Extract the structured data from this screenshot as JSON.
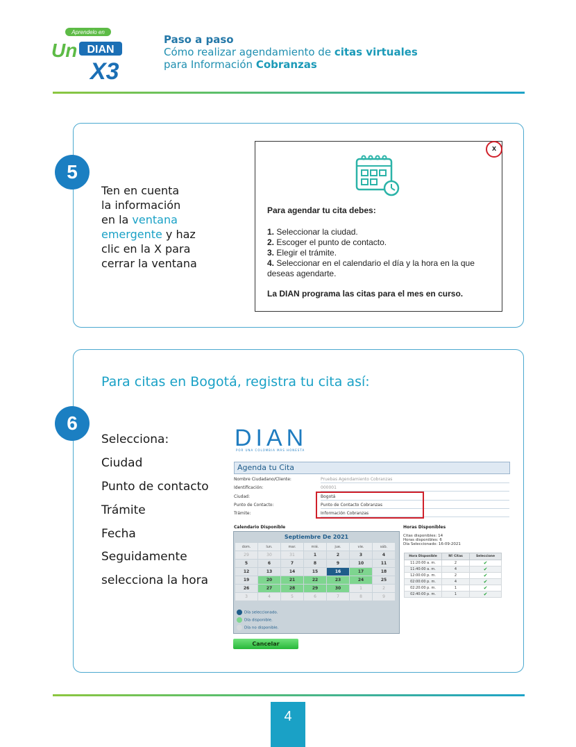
{
  "header": {
    "logo": {
      "line1": "Aprendelo en",
      "line2": "Un",
      "line3": "DIAN",
      "line4": "X3"
    },
    "title": "Paso a paso",
    "subtitle_line1_pre": "Cómo realizar agendamiento de ",
    "subtitle_line1_bold": "citas virtuales",
    "subtitle_line2_pre": "para Información ",
    "subtitle_line2_bold": "Cobranzas"
  },
  "step5": {
    "number": "5",
    "text_l1": "Ten en cuenta",
    "text_l2": "la información",
    "text_l3_pre": "en la ",
    "text_l3_hl": "ventana",
    "text_l4_hl": "emergente",
    "text_l4_post": " y haz",
    "text_l5": "clic en la X para",
    "text_l6": "cerrar la ventana",
    "popup": {
      "close": "x",
      "title": "Para agendar tu cita debes:",
      "items": [
        {
          "n": "1.",
          "t": " Seleccionar la ciudad."
        },
        {
          "n": "2.",
          "t": " Escoger el punto de contacto."
        },
        {
          "n": "3.",
          "t": " Elegir el trámite."
        },
        {
          "n": "4.",
          "t": " Seleccionar en el calendario el día y la hora en la que deseas agendarte."
        }
      ],
      "footer": "La DIAN programa las citas para el mes en curso."
    }
  },
  "step6": {
    "number": "6",
    "title": "Para citas en Bogotá, registra tu cita así:",
    "list": [
      "Selecciona:",
      "Ciudad",
      "Punto de contacto",
      "Trámite",
      "Fecha",
      "Seguidamente",
      "selecciona la hora"
    ],
    "screenshot": {
      "logo": "DIAN",
      "logo_sub": "POR UNA COLOMBIA MÁS HONESTA",
      "agenda_title": "Agenda tu Cita",
      "form": [
        {
          "label": "Nombre Ciudadano/Cliente:",
          "value": "Pruebas Agendamiento Cobranzas"
        },
        {
          "label": "Identificación:",
          "value": "000001"
        },
        {
          "label": "Ciudad:",
          "value": "Bogotá"
        },
        {
          "label": "Punto de Contacto:",
          "value": "Punto de Contacto Cobranzas"
        },
        {
          "label": "Trámite:",
          "value": "Información Cobranzas"
        }
      ],
      "calendar_label": "Calendario Disponible",
      "month": "Septiembre De 2021",
      "weekdays": [
        "dom.",
        "lun.",
        "mar.",
        "mié.",
        "jue.",
        "vie.",
        "sáb."
      ],
      "weeks": [
        [
          "29",
          "30",
          "31",
          "1",
          "2",
          "3",
          "4"
        ],
        [
          "5",
          "6",
          "7",
          "8",
          "9",
          "10",
          "11"
        ],
        [
          "12",
          "13",
          "14",
          "15",
          "16",
          "17",
          "18"
        ],
        [
          "19",
          "20",
          "21",
          "22",
          "23",
          "24",
          "25"
        ],
        [
          "26",
          "27",
          "28",
          "29",
          "30",
          "1",
          "2"
        ],
        [
          "3",
          "4",
          "5",
          "6",
          "7",
          "8",
          "9"
        ]
      ],
      "legend": [
        "Día seleccionado.",
        "Día disponible.",
        "Día no disponible."
      ],
      "cancel": "Cancelar",
      "horas_title": "Horas Disponibles",
      "horas_info": [
        "Citas disponibles: 14",
        "Horas disponibles: 6",
        "Día Seleccionado: 16-09-2021"
      ],
      "horas_headers": [
        "Hora Disponible",
        "Nº Citas",
        "Seleccione"
      ],
      "horas_rows": [
        [
          "11:20:00 a. m.",
          "2"
        ],
        [
          "11:40:00 a. m.",
          "4"
        ],
        [
          "12:00:00 p. m.",
          "2"
        ],
        [
          "02:00:00 p. m.",
          "4"
        ],
        [
          "02:20:00 p. m.",
          "1"
        ],
        [
          "02:40:00 p. m.",
          "1"
        ]
      ]
    }
  },
  "footer": {
    "page": "4"
  }
}
